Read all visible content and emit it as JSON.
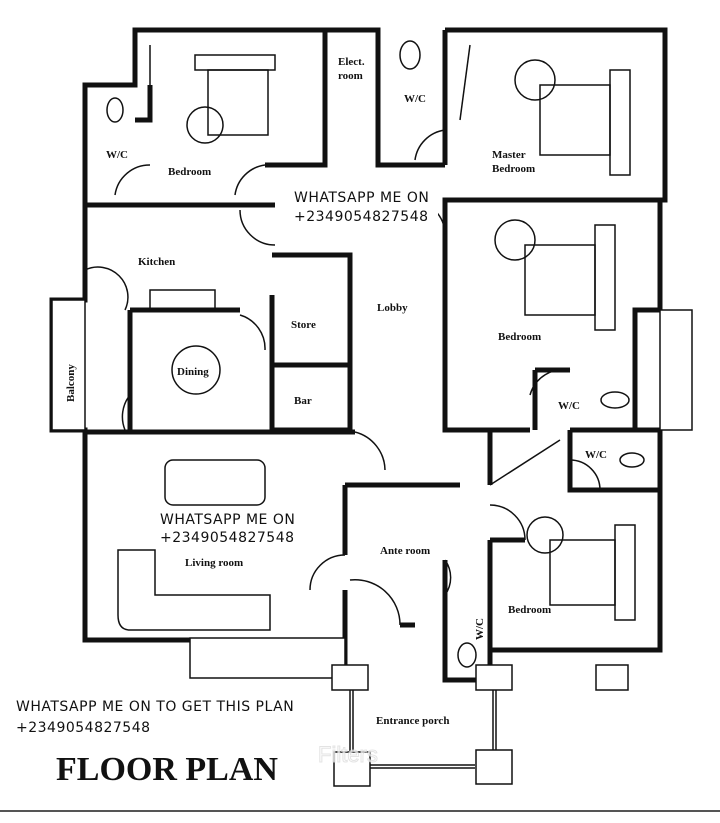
{
  "rooms": {
    "bedroom_top_left": "Bedroom",
    "wc_top_left": "W/C",
    "elect_room_line1": "Elect.",
    "elect_room_line2": "room",
    "wc_top": "W/C",
    "master_bedroom_line1": "Master",
    "master_bedroom_line2": "Bedroom",
    "kitchen": "Kitchen",
    "lobby": "Lobby",
    "store": "Store",
    "bar": "Bar",
    "dining": "Dining",
    "balcony": "Balcony",
    "bedroom_right": "Bedroom",
    "wc_right": "W/C",
    "wc_right_lower": "W/C",
    "living_room": "Living room",
    "ante_room": "Ante room",
    "wc_bottom": "W/C",
    "bedroom_bottom_right": "Bedroom",
    "entrance_porch": "Entrance porch"
  },
  "watermarks": {
    "top_line1": "WHATSAPP ME ON",
    "top_line2": "+2349054827548",
    "mid_line1": "WHATSAPP ME ON",
    "mid_line2": "+2349054827548",
    "bottom_line1": "WHATSAPP ME ON TO GET THIS PLAN",
    "bottom_line2": "+2349054827548",
    "overlay": "Filters"
  },
  "title": "FLOOR PLAN"
}
